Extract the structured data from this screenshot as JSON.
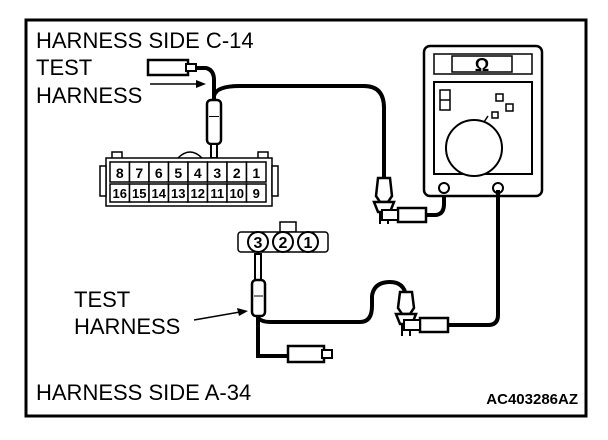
{
  "labels": {
    "top_title": "HARNESS SIDE C-14",
    "top_test_line1": "TEST",
    "top_test_line2": "HARNESS",
    "mid_test_line1": "TEST",
    "mid_test_line2": "HARNESS",
    "bottom_title": "HARNESS SIDE A-34",
    "figure_code": "AC403286AZ"
  },
  "connector_c14": {
    "top_row": [
      "8",
      "7",
      "6",
      "5",
      "4",
      "3",
      "2",
      "1"
    ],
    "bottom_row": [
      "16",
      "15",
      "14",
      "13",
      "12",
      "11",
      "10",
      "9"
    ]
  },
  "connector_a34": {
    "pins": [
      "3",
      "2",
      "1"
    ]
  },
  "meter": {
    "symbol": "Ω"
  }
}
